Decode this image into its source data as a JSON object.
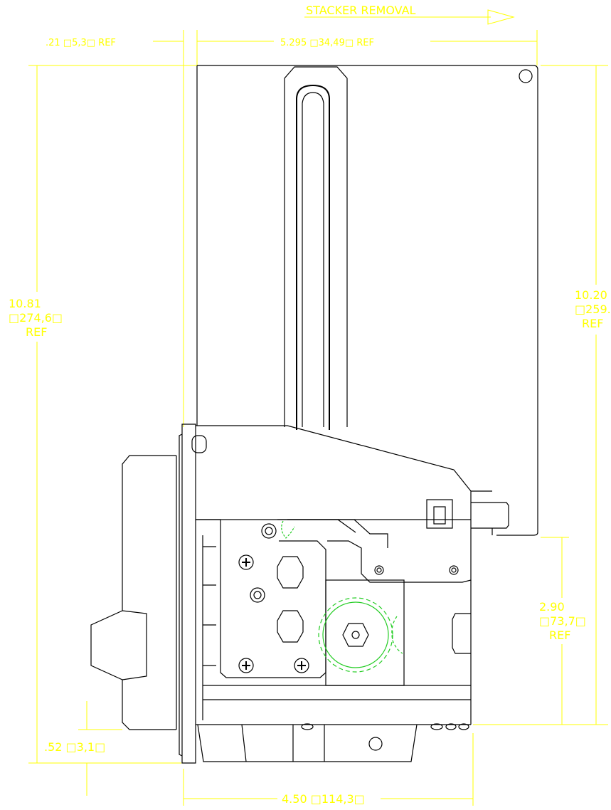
{
  "labels": {
    "stacker_removal": "STACKER REMOVAL",
    "top_left_dim": ".21 □5,3□ REF",
    "top_width_dim": "5.295 □34,49□ REF",
    "left_height_line1": "10.81",
    "left_height_line2": "□274,6□",
    "left_height_line3": "REF",
    "right_height_line1": "10.20",
    "right_height_line2": "□259.",
    "right_height_line3": "REF",
    "mid_height_line1": "2.90",
    "mid_height_line2": "□73,7□",
    "mid_height_line3": "REF",
    "bottom_left_dim": ".52 □3,1□",
    "bottom_width_dim": "4.50 □114,3□"
  },
  "colors": {
    "dimension": "#ffff00",
    "outline": "#000000",
    "gear": "#22cc22",
    "background": "#ffffff"
  }
}
